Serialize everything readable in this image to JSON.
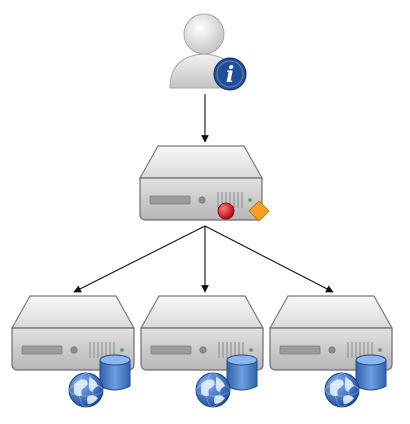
{
  "diagram": {
    "nodes": [
      {
        "id": "user",
        "icon": "user-info-icon",
        "badge": "i"
      },
      {
        "id": "server",
        "icon": "server-icon",
        "indicators": [
          "red-status-light-icon",
          "orange-diamond-icon"
        ]
      },
      {
        "id": "web-server-1",
        "icon": "web-database-server-icon"
      },
      {
        "id": "web-server-2",
        "icon": "web-database-server-icon"
      },
      {
        "id": "web-server-3",
        "icon": "web-database-server-icon"
      }
    ],
    "edges": [
      {
        "from": "user",
        "to": "server"
      },
      {
        "from": "server",
        "to": "web-server-1"
      },
      {
        "from": "server",
        "to": "web-server-2"
      },
      {
        "from": "server",
        "to": "web-server-3"
      }
    ]
  },
  "colors": {
    "server_body": "#d4d4d4",
    "server_top": "#eeeeee",
    "info_badge": "#1f4f9a",
    "globe_blue": "#2a5fb0",
    "globe_land": "#e8f0ff",
    "database": "#4a7fc8",
    "red_light": "#d0141b",
    "orange_diamond": "#f5a020",
    "connector": "#111111"
  }
}
